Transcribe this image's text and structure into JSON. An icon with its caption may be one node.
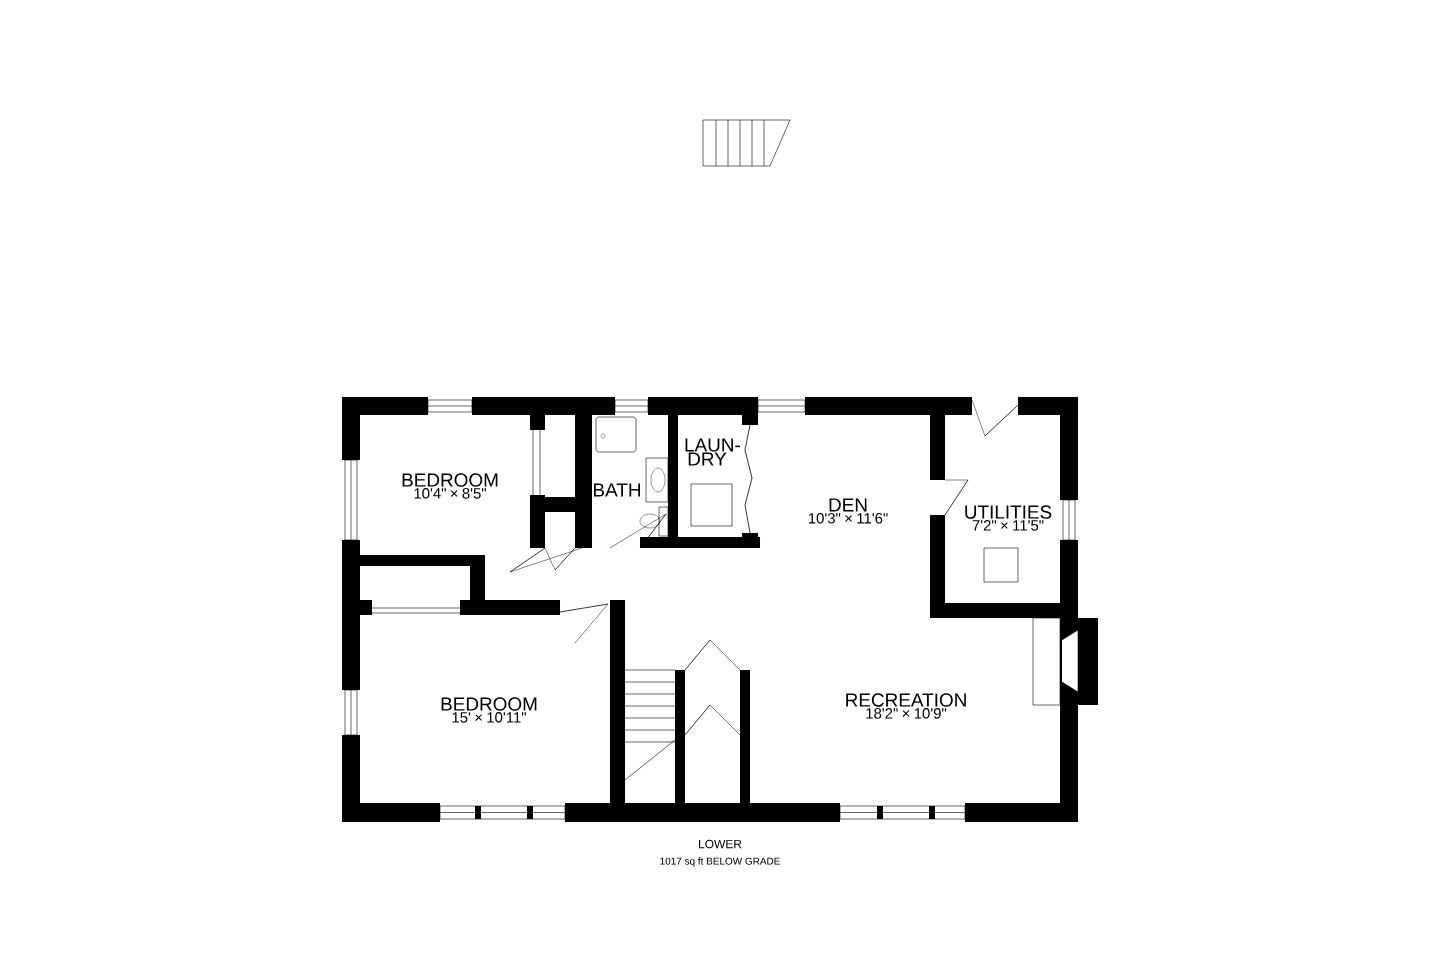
{
  "diagram": {
    "title": "LOWER",
    "caption": "1017 sq ft BELOW GRADE",
    "nodes": [
      {
        "text": [
          "BEDROOM",
          "10'4\" × 8'5\""
        ]
      },
      {
        "text": [
          "BATH"
        ]
      },
      {
        "text": [
          "LAUN- DRY"
        ]
      },
      {
        "text": [
          "DEN",
          "10'3\" × 11'6\""
        ]
      },
      {
        "text": [
          "UTILITIES",
          "7'2\" × 11'5\""
        ]
      },
      {
        "text": [
          "BEDROOM",
          "15' × 10'11\""
        ]
      },
      {
        "text": [
          "RECREATION",
          "18'2\" × 10'9\""
        ]
      }
    ]
  }
}
